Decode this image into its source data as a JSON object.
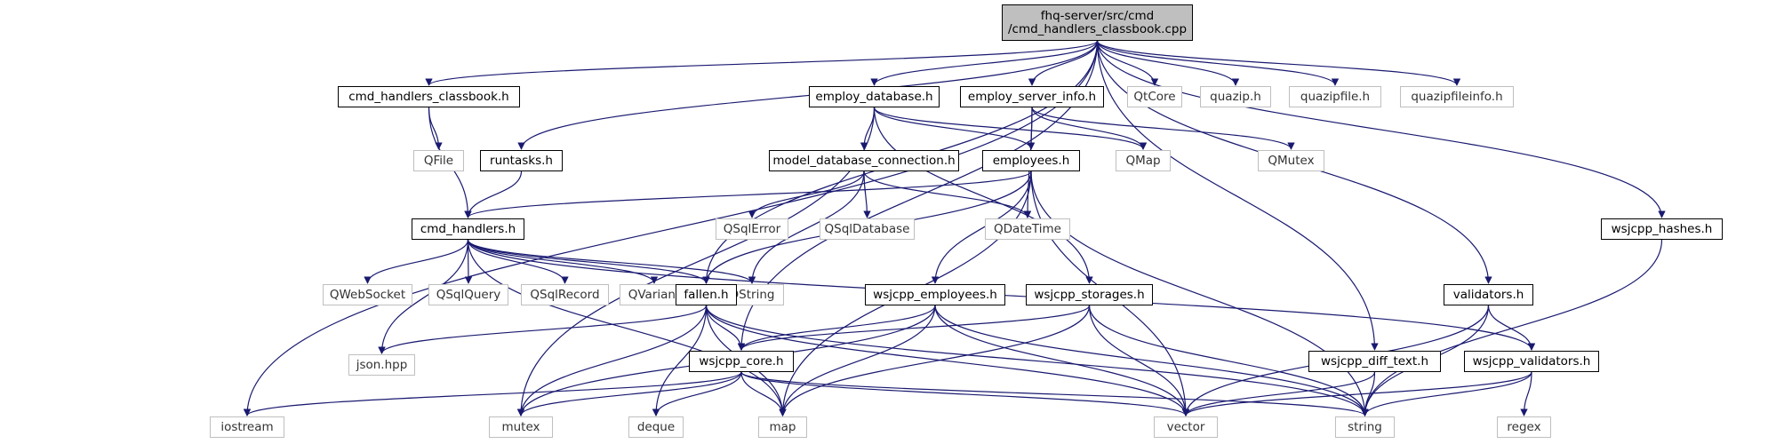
{
  "diagram": {
    "type": "include-dependency-graph",
    "nodes": [
      {
        "id": "root",
        "label_lines": [
          "fhq-server/src/cmd",
          "/cmd_handlers_classbook.cpp"
        ],
        "kind": "root"
      },
      {
        "id": "cmd_handlers_classbook_h",
        "label": "cmd_handlers_classbook.h",
        "kind": "project"
      },
      {
        "id": "employ_database_h",
        "label": "employ_database.h",
        "kind": "project"
      },
      {
        "id": "employ_server_info_h",
        "label": "employ_server_info.h",
        "kind": "project"
      },
      {
        "id": "qtcore",
        "label": "QtCore",
        "kind": "external"
      },
      {
        "id": "quazip_h",
        "label": "quazip.h",
        "kind": "external"
      },
      {
        "id": "quazipfile_h",
        "label": "quazipfile.h",
        "kind": "external"
      },
      {
        "id": "quazipfileinfo_h",
        "label": "quazipfileinfo.h",
        "kind": "external"
      },
      {
        "id": "qfile",
        "label": "QFile",
        "kind": "external"
      },
      {
        "id": "runtasks_h",
        "label": "runtasks.h",
        "kind": "project"
      },
      {
        "id": "model_database_connection_h",
        "label": "model_database_connection.h",
        "kind": "project"
      },
      {
        "id": "employees_h",
        "label": "employees.h",
        "kind": "project"
      },
      {
        "id": "qmap",
        "label": "QMap",
        "kind": "external"
      },
      {
        "id": "qmutex",
        "label": "QMutex",
        "kind": "external"
      },
      {
        "id": "cmd_handlers_h",
        "label": "cmd_handlers.h",
        "kind": "project"
      },
      {
        "id": "qsqlerror",
        "label": "QSqlError",
        "kind": "external"
      },
      {
        "id": "qsqldatabase",
        "label": "QSqlDatabase",
        "kind": "external"
      },
      {
        "id": "qdatetime",
        "label": "QDateTime",
        "kind": "external"
      },
      {
        "id": "wsjcpp_hashes_h",
        "label": "wsjcpp_hashes.h",
        "kind": "project"
      },
      {
        "id": "qwebsocket",
        "label": "QWebSocket",
        "kind": "external"
      },
      {
        "id": "qsqlquery",
        "label": "QSqlQuery",
        "kind": "external"
      },
      {
        "id": "qsqlrecord",
        "label": "QSqlRecord",
        "kind": "external"
      },
      {
        "id": "qvariant",
        "label": "QVariant",
        "kind": "external"
      },
      {
        "id": "qstring",
        "label": "QString",
        "kind": "external"
      },
      {
        "id": "fallen_h",
        "label": "fallen.h",
        "kind": "project"
      },
      {
        "id": "wsjcpp_employees_h",
        "label": "wsjcpp_employees.h",
        "kind": "project"
      },
      {
        "id": "wsjcpp_storages_h",
        "label": "wsjcpp_storages.h",
        "kind": "project"
      },
      {
        "id": "validators_h",
        "label": "validators.h",
        "kind": "project"
      },
      {
        "id": "json_hpp",
        "label": "json.hpp",
        "kind": "external"
      },
      {
        "id": "wsjcpp_core_h",
        "label": "wsjcpp_core.h",
        "kind": "project"
      },
      {
        "id": "wsjcpp_diff_text_h",
        "label": "wsjcpp_diff_text.h",
        "kind": "project"
      },
      {
        "id": "wsjcpp_validators_h",
        "label": "wsjcpp_validators.h",
        "kind": "project"
      },
      {
        "id": "iostream",
        "label": "iostream",
        "kind": "external"
      },
      {
        "id": "mutex",
        "label": "mutex",
        "kind": "external"
      },
      {
        "id": "deque",
        "label": "deque",
        "kind": "external"
      },
      {
        "id": "map",
        "label": "map",
        "kind": "external"
      },
      {
        "id": "vector",
        "label": "vector",
        "kind": "external"
      },
      {
        "id": "string",
        "label": "string",
        "kind": "external"
      },
      {
        "id": "regex",
        "label": "regex",
        "kind": "external"
      }
    ],
    "edges": [
      [
        "root",
        "cmd_handlers_classbook_h"
      ],
      [
        "root",
        "employ_database_h"
      ],
      [
        "root",
        "employ_server_info_h"
      ],
      [
        "root",
        "qtcore"
      ],
      [
        "root",
        "quazip_h"
      ],
      [
        "root",
        "quazipfile_h"
      ],
      [
        "root",
        "quazipfileinfo_h"
      ],
      [
        "root",
        "runtasks_h"
      ],
      [
        "root",
        "fallen_h"
      ],
      [
        "root",
        "wsjcpp_core_h"
      ],
      [
        "root",
        "iostream"
      ],
      [
        "root",
        "validators_h"
      ],
      [
        "root",
        "wsjcpp_hashes_h"
      ],
      [
        "root",
        "wsjcpp_diff_text_h"
      ],
      [
        "cmd_handlers_classbook_h",
        "qfile"
      ],
      [
        "cmd_handlers_classbook_h",
        "cmd_handlers_h"
      ],
      [
        "runtasks_h",
        "cmd_handlers_h"
      ],
      [
        "employ_database_h",
        "model_database_connection_h"
      ],
      [
        "employ_database_h",
        "employees_h"
      ],
      [
        "employ_database_h",
        "qmap"
      ],
      [
        "employ_database_h",
        "mutex"
      ],
      [
        "employ_database_h",
        "wsjcpp_storages_h"
      ],
      [
        "employ_server_info_h",
        "employees_h"
      ],
      [
        "employ_server_info_h",
        "qmap"
      ],
      [
        "employ_server_info_h",
        "qmutex"
      ],
      [
        "employ_server_info_h",
        "qdatetime"
      ],
      [
        "model_database_connection_h",
        "qsqlerror"
      ],
      [
        "model_database_connection_h",
        "qsqldatabase"
      ],
      [
        "model_database_connection_h",
        "qdatetime"
      ],
      [
        "model_database_connection_h",
        "qstring"
      ],
      [
        "employees_h",
        "cmd_handlers_h"
      ],
      [
        "employees_h",
        "fallen_h"
      ],
      [
        "employees_h",
        "wsjcpp_employees_h"
      ],
      [
        "employees_h",
        "map"
      ],
      [
        "employees_h",
        "vector"
      ],
      [
        "employees_h",
        "string"
      ],
      [
        "cmd_handlers_h",
        "qwebsocket"
      ],
      [
        "cmd_handlers_h",
        "qsqlquery"
      ],
      [
        "cmd_handlers_h",
        "qsqlrecord"
      ],
      [
        "cmd_handlers_h",
        "qvariant"
      ],
      [
        "cmd_handlers_h",
        "qstring"
      ],
      [
        "cmd_handlers_h",
        "fallen_h"
      ],
      [
        "cmd_handlers_h",
        "json_hpp"
      ],
      [
        "cmd_handlers_h",
        "map"
      ],
      [
        "cmd_handlers_h",
        "wsjcpp_validators_h"
      ],
      [
        "fallen_h",
        "json_hpp"
      ],
      [
        "fallen_h",
        "wsjcpp_core_h"
      ],
      [
        "fallen_h",
        "mutex"
      ],
      [
        "fallen_h",
        "deque"
      ],
      [
        "fallen_h",
        "map"
      ],
      [
        "fallen_h",
        "vector"
      ],
      [
        "fallen_h",
        "string"
      ],
      [
        "wsjcpp_employees_h",
        "wsjcpp_core_h"
      ],
      [
        "wsjcpp_employees_h",
        "mutex"
      ],
      [
        "wsjcpp_employees_h",
        "map"
      ],
      [
        "wsjcpp_employees_h",
        "vector"
      ],
      [
        "wsjcpp_employees_h",
        "string"
      ],
      [
        "wsjcpp_storages_h",
        "wsjcpp_core_h"
      ],
      [
        "wsjcpp_storages_h",
        "map"
      ],
      [
        "wsjcpp_storages_h",
        "vector"
      ],
      [
        "wsjcpp_storages_h",
        "string"
      ],
      [
        "wsjcpp_core_h",
        "iostream"
      ],
      [
        "wsjcpp_core_h",
        "mutex"
      ],
      [
        "wsjcpp_core_h",
        "deque"
      ],
      [
        "wsjcpp_core_h",
        "map"
      ],
      [
        "wsjcpp_core_h",
        "vector"
      ],
      [
        "wsjcpp_core_h",
        "string"
      ],
      [
        "validators_h",
        "wsjcpp_validators_h"
      ],
      [
        "validators_h",
        "vector"
      ],
      [
        "validators_h",
        "string"
      ],
      [
        "wsjcpp_diff_text_h",
        "vector"
      ],
      [
        "wsjcpp_diff_text_h",
        "string"
      ],
      [
        "wsjcpp_validators_h",
        "vector"
      ],
      [
        "wsjcpp_validators_h",
        "string"
      ],
      [
        "wsjcpp_validators_h",
        "regex"
      ],
      [
        "wsjcpp_hashes_h",
        "string"
      ]
    ],
    "colors": {
      "edge": "#191970",
      "root_fill": "#bfbfbf",
      "project_border": "#000000",
      "external_border": "#bfbfbf"
    }
  }
}
